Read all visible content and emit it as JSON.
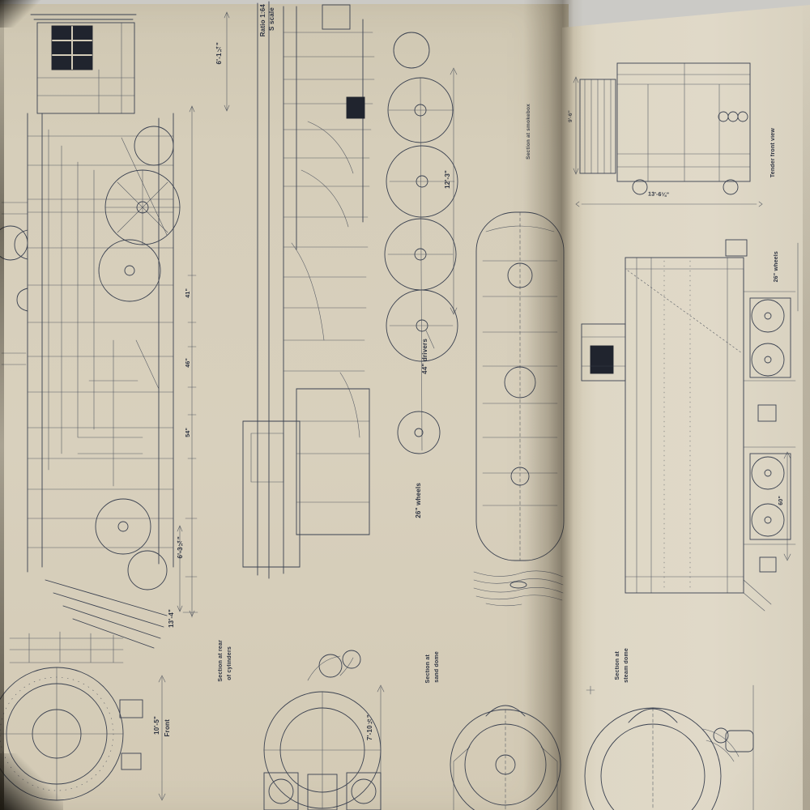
{
  "scale_note": {
    "line1": "Ratio 1:64",
    "line2": "S scale"
  },
  "left_elevation": {
    "dim_cab_width": "6'-1¼\"",
    "dim_chain": [
      "41\"",
      "46\"",
      "54\""
    ],
    "dim_lower": "6'-3¼\"",
    "dim_total": "13'-4\""
  },
  "middle_elevation": {
    "dim_boiler": "12'-3\"",
    "drivers": "44\" drivers",
    "wheels": "26\" wheels",
    "section_note": "Section at smokebox"
  },
  "tender_front": {
    "title": "Tender front view",
    "dim_width": "13'-6¼\"",
    "dim_height": "9'-6\""
  },
  "tender_side": {
    "wheels": "26\" wheels",
    "dim_trucks": "60\""
  },
  "sections": {
    "front": {
      "dim": "10'-5\"",
      "label": "Front"
    },
    "rear_cylinders": {
      "line1": "Section at rear",
      "line2": "of cylinders",
      "dim": "7'-10½\""
    },
    "sand_dome": {
      "line1": "Section at",
      "line2": "sand dome"
    },
    "steam_dome": {
      "line1": "Section at",
      "line2": "steam dome"
    }
  },
  "colors": {
    "paper_left": "#d6ceba",
    "paper_right": "#ded7c5",
    "ink": "#3a4150",
    "photo_bg": "#cbcac6"
  }
}
